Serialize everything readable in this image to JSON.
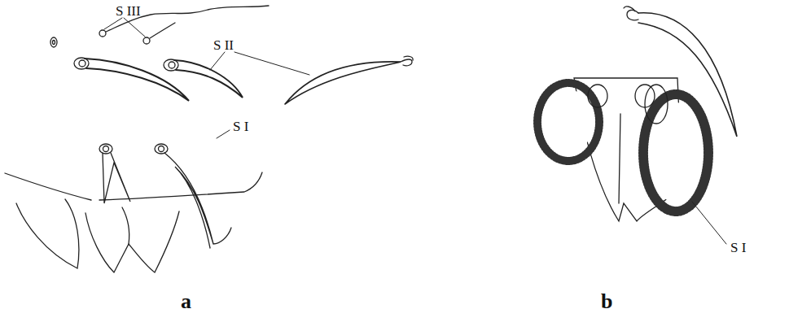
{
  "diagram": {
    "labels": [
      "S III",
      "S II",
      "S I",
      "a",
      "S I",
      "b"
    ]
  }
}
